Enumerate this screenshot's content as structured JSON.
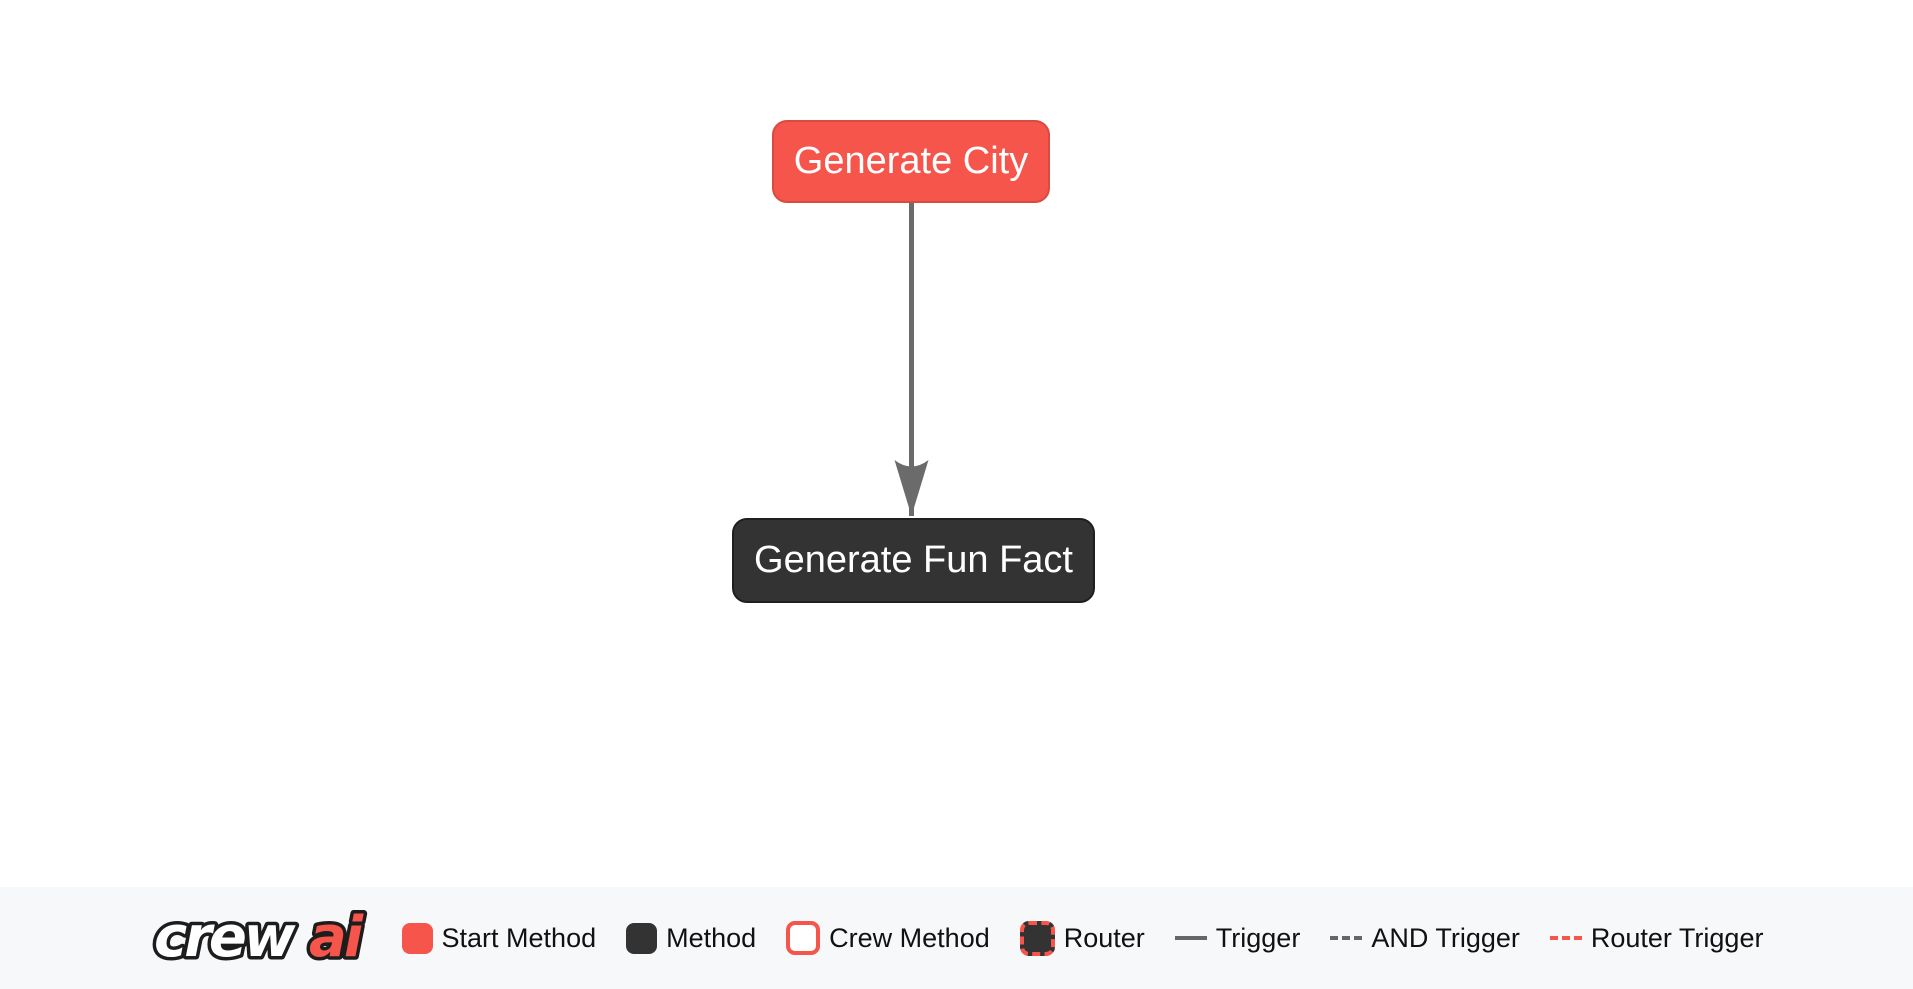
{
  "flow": {
    "nodes": [
      {
        "id": "generate_city",
        "label": "Generate City",
        "type": "start-method"
      },
      {
        "id": "generate_fun_fact",
        "label": "Generate Fun Fact",
        "type": "method"
      }
    ],
    "edges": [
      {
        "from": "Generate City",
        "to": "Generate Fun Fact",
        "type": "trigger"
      }
    ]
  },
  "legend": {
    "logo": {
      "part1": "crew",
      "part2": "ai"
    },
    "items": [
      {
        "label": "Start Method",
        "kind": "start-box"
      },
      {
        "label": "Method",
        "kind": "method-box"
      },
      {
        "label": "Crew Method",
        "kind": "crew-box"
      },
      {
        "label": "Router",
        "kind": "router-box"
      },
      {
        "label": "Trigger",
        "kind": "solid-line"
      },
      {
        "label": "AND Trigger",
        "kind": "dashed-line"
      },
      {
        "label": "Router Trigger",
        "kind": "dashed-red-line"
      }
    ]
  },
  "colors": {
    "start": "#f5554b",
    "start_border": "#d94b41",
    "method": "#333333",
    "method_border": "#1f1f1f",
    "edge": "#6b6b6b",
    "legend_line": "#666666",
    "legend_bg": "#f7f8fa",
    "legend_text": "#111111",
    "node_text": "#ffffff"
  }
}
